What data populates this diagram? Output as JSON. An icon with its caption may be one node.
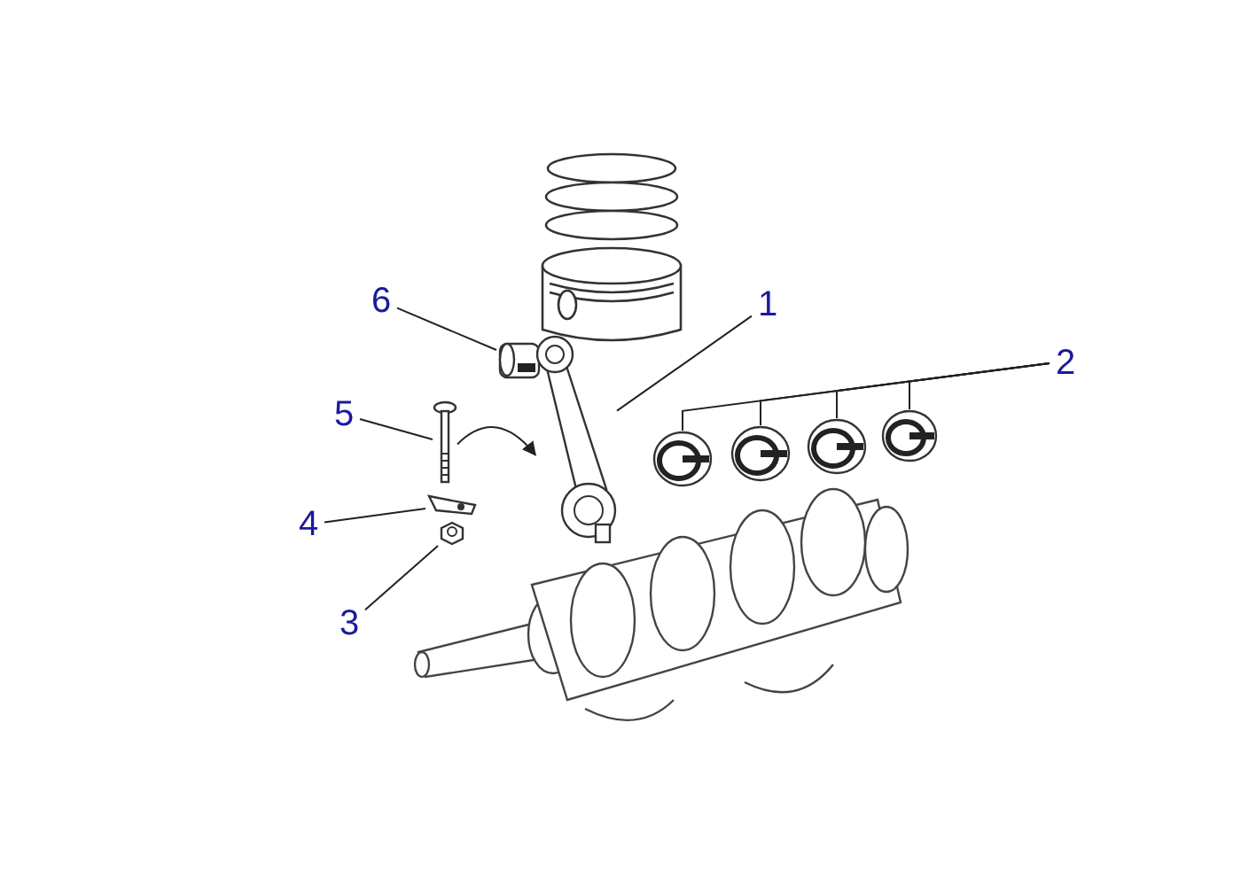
{
  "diagram": {
    "nodes": [
      {
        "text": [
          "6"
        ]
      },
      {
        "text": [
          "1"
        ]
      },
      {
        "text": [
          "2"
        ]
      },
      {
        "text": [
          "5"
        ]
      },
      {
        "text": [
          "4"
        ]
      },
      {
        "text": [
          "3"
        ]
      },
      {
        "text": [],
        "shape": "picture"
      },
      {
        "text": [],
        "shape": "picture"
      },
      {
        "text": [],
        "shape": "picture"
      },
      {
        "text": [],
        "shape": "picture"
      },
      {
        "text": [],
        "shape": "picture"
      },
      {
        "text": [],
        "shape": "picture"
      },
      {
        "text": [],
        "shape": "picture"
      },
      {
        "text": [],
        "shape": "picture"
      },
      {
        "text": [],
        "shape": "picture"
      }
    ],
    "edges": [
      {
        "from": 0,
        "to": 6,
        "arrow": "none"
      },
      {
        "from": 1,
        "to": 7,
        "arrow": "none"
      },
      {
        "from": 2,
        "to": 8,
        "arrow": "none"
      },
      {
        "from": 2,
        "to": 9,
        "arrow": "none"
      },
      {
        "from": 2,
        "to": 10,
        "arrow": "none"
      },
      {
        "from": 2,
        "to": 11,
        "arrow": "none"
      },
      {
        "from": 3,
        "to": 12,
        "arrow": "none"
      },
      {
        "from": 4,
        "to": 13,
        "arrow": "none"
      },
      {
        "from": 5,
        "to": 14,
        "arrow": "none"
      },
      {
        "from": 12,
        "to": 7,
        "arrow": "to"
      }
    ]
  }
}
